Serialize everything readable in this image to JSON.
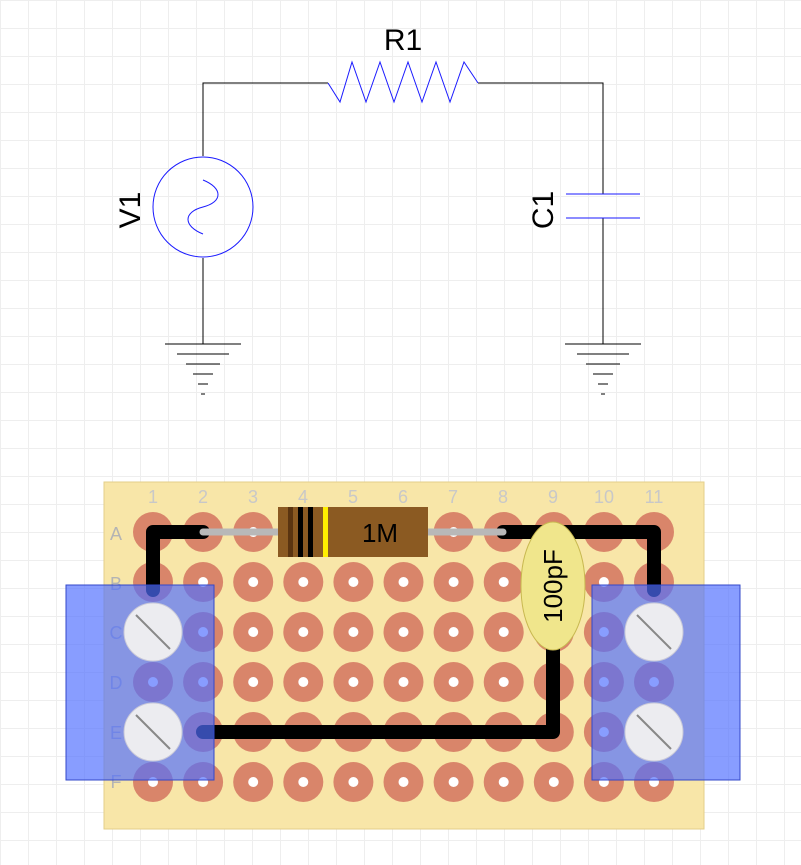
{
  "schematic": {
    "resistor_label": "R1",
    "source_label": "V1",
    "capacitor_label": "C1",
    "wire_color": "#000000",
    "component_color": "#1a1aff"
  },
  "stripboard": {
    "column_labels": [
      "1",
      "2",
      "3",
      "4",
      "5",
      "6",
      "7",
      "8",
      "9",
      "10",
      "11"
    ],
    "row_labels": [
      "A",
      "B",
      "C",
      "D",
      "E",
      "F"
    ],
    "board_color": "#f8e6a8",
    "pad_color": "#d9856a",
    "terminal_color": "#4f6fff",
    "resistor": {
      "label": "1M",
      "body_color": "#8b5a22"
    },
    "capacitor": {
      "label": "100pF",
      "body_color": "#f0e68c"
    }
  }
}
